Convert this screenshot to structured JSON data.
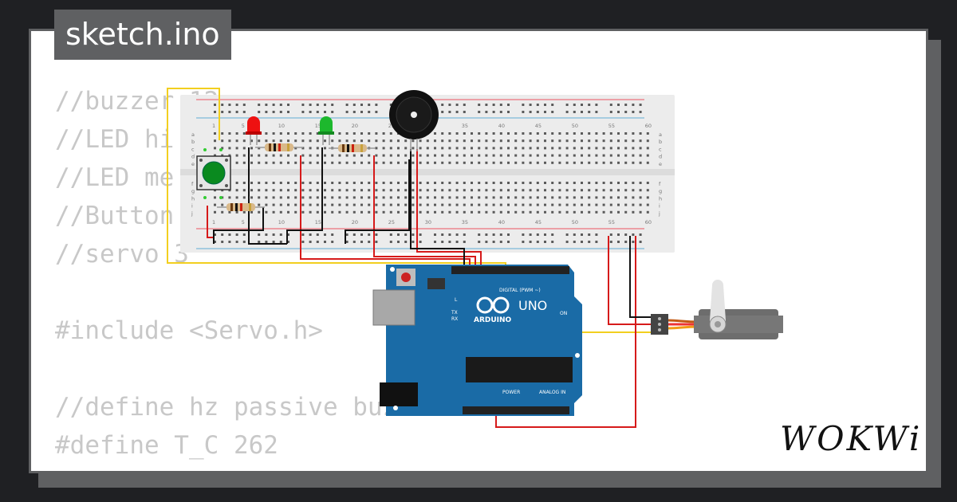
{
  "file_tab": {
    "label": "sketch.ino"
  },
  "code_lines": [
    "//buzzer 12",
    "//LED hi",
    "//LED me",
    "//Button",
    "//servo 3",
    "",
    "#include <Servo.h>",
    "",
    "//define hz passive buz",
    "#define T_C 262"
  ],
  "brand": {
    "logo": "WOKWi"
  },
  "arduino": {
    "brand": "ARDUINO",
    "model": "UNO",
    "digital_label": "DIGITAL (PWM ~)",
    "power_label": "POWER",
    "analog_label": "ANALOG IN",
    "on_label": "ON",
    "l_label": "L",
    "tx_label": "TX",
    "rx_label": "RX"
  },
  "breadboard": {
    "column_numbers": [
      "1",
      "5",
      "10",
      "15",
      "20",
      "25",
      "30",
      "35",
      "40",
      "45",
      "50",
      "55",
      "60"
    ],
    "row_letters_top": [
      "a",
      "b",
      "c",
      "d",
      "e"
    ],
    "row_letters_bottom": [
      "f",
      "g",
      "h",
      "i",
      "j"
    ]
  },
  "colors": {
    "background": "#1f2023",
    "card_border": "#5f6062",
    "code_text": "#c8c8c8",
    "board_blue": "#1a6ba6",
    "wire_red": "#d61a1a",
    "wire_black": "#111111",
    "wire_yellow": "#f2cf1f",
    "led_red": "#ee1111",
    "led_green": "#1db82d",
    "button_green": "#0a8a1f"
  }
}
